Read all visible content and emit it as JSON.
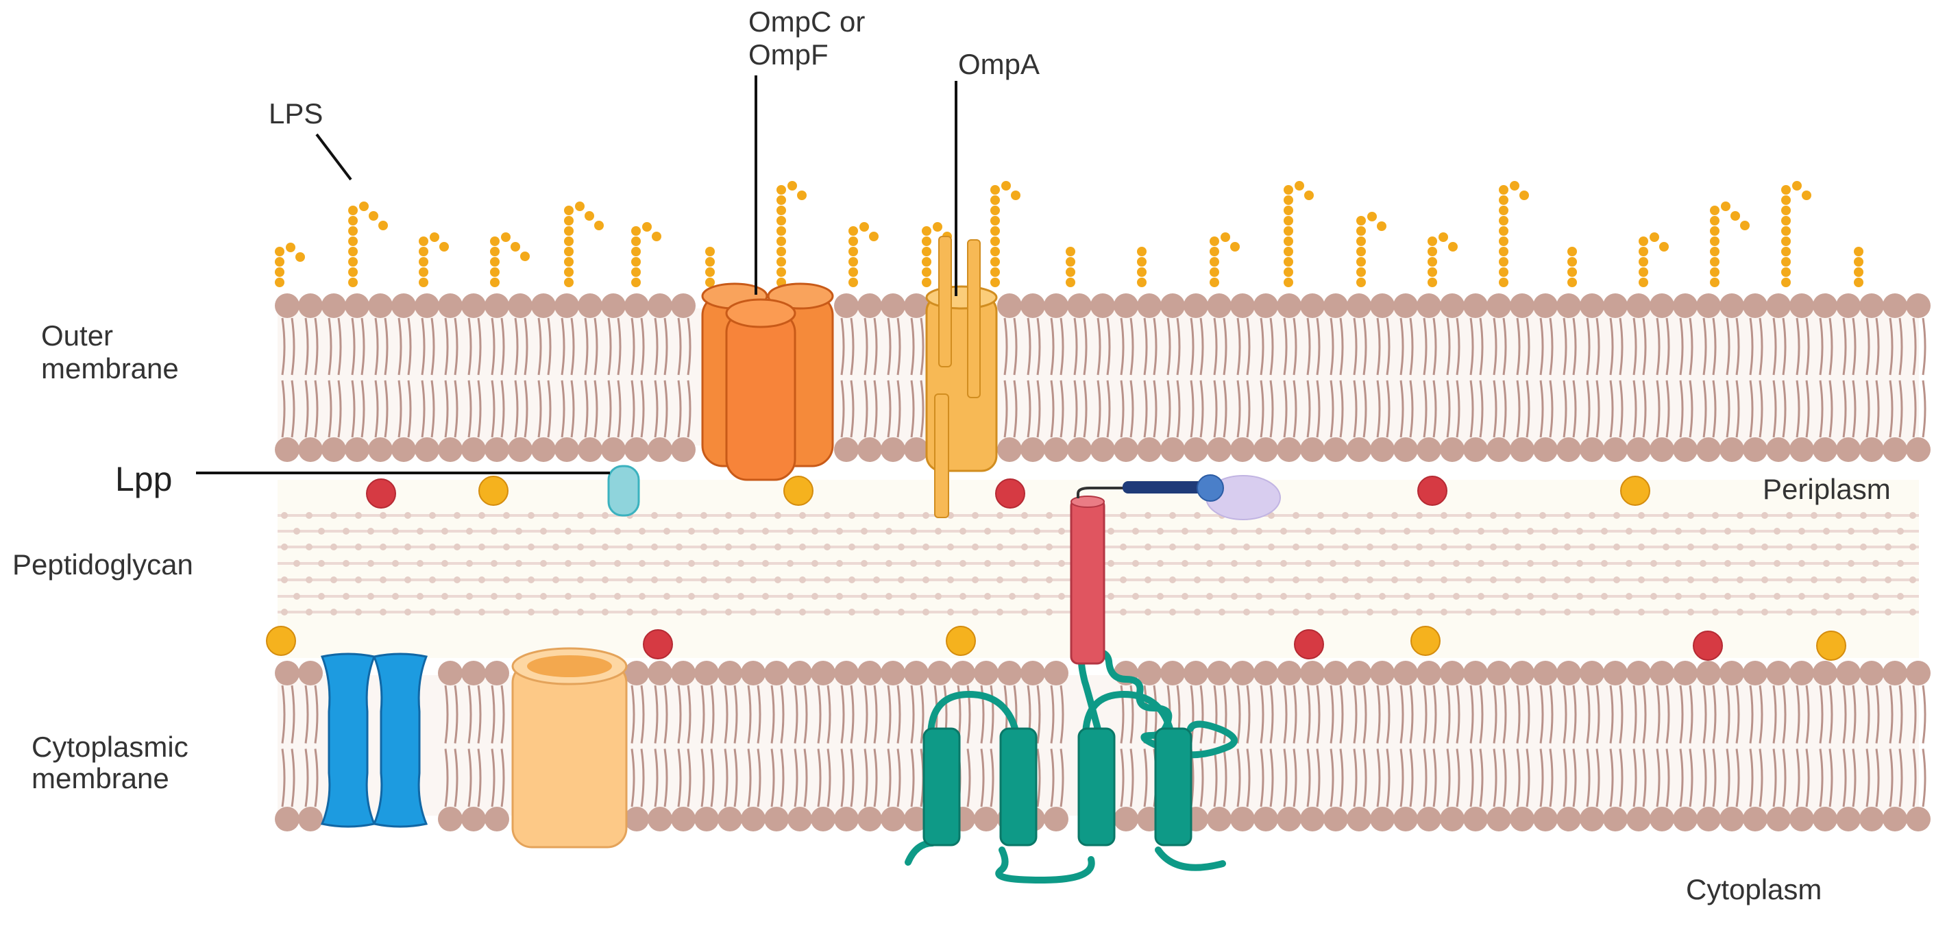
{
  "labels": {
    "lps": "LPS",
    "ompc_line1": "OmpC or",
    "ompc_line2": "OmpF",
    "ompa": "OmpA",
    "outer_line1": "Outer",
    "outer_line2": "membrane",
    "lpp": "Lpp",
    "periplasm": "Periplasm",
    "peptidoglycan": "Peptidoglycan",
    "cyto_line1": "Cytoplasmic",
    "cyto_line2": "membrane",
    "cytoplasm": "Cytoplasm"
  },
  "colors": {
    "lipid_head": "#c9a297",
    "lipid_tail": "#b9928a",
    "lps_sugar": "#f3a91a",
    "ompc": "#f58a3a",
    "ompa": "#f7b955",
    "lpp": "#8fd4dc",
    "red_dot": "#d63a43",
    "yellow_dot": "#f5b21e",
    "transducer": "#e05560",
    "green_protein": "#0e9a87",
    "blue_channel": "#1d9be0",
    "cream_channel": "#fdc987",
    "peptidoglycan": "#ecd9d4",
    "ligand_purple": "#d8cdef",
    "ligand_blue": "#1f3b78"
  }
}
